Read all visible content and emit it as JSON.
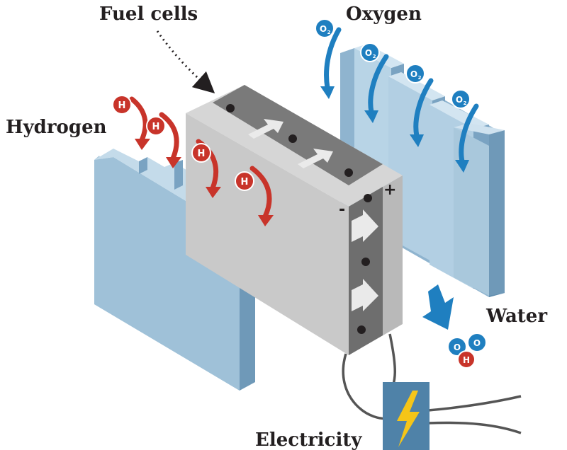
{
  "labels": {
    "fuel_cells": "Fuel cells",
    "oxygen": "Oxygen",
    "hydrogen": "Hydrogen",
    "water": "Water",
    "electricity": "Electricity"
  },
  "terminals": {
    "negative": "-",
    "positive": "+"
  },
  "molecules": {
    "hydrogen_symbol": "H",
    "oxygen_symbol": "O",
    "oxygen_subscript": "2"
  },
  "colors": {
    "hydrogen_arrow": "#c8342a",
    "oxygen_arrow": "#1f7fc0",
    "plate_light": "#a9c8dc",
    "plate_dark": "#6f99b8",
    "cell_gray": "#bcbcbc",
    "cell_dark": "#6e6e6e",
    "bolt": "#f5c518"
  },
  "icons": [
    "hydrogen-molecule-icon",
    "oxygen-molecule-icon",
    "water-molecule-icon",
    "electron-dot-icon",
    "flow-arrow-icon",
    "lightning-bolt-icon"
  ]
}
